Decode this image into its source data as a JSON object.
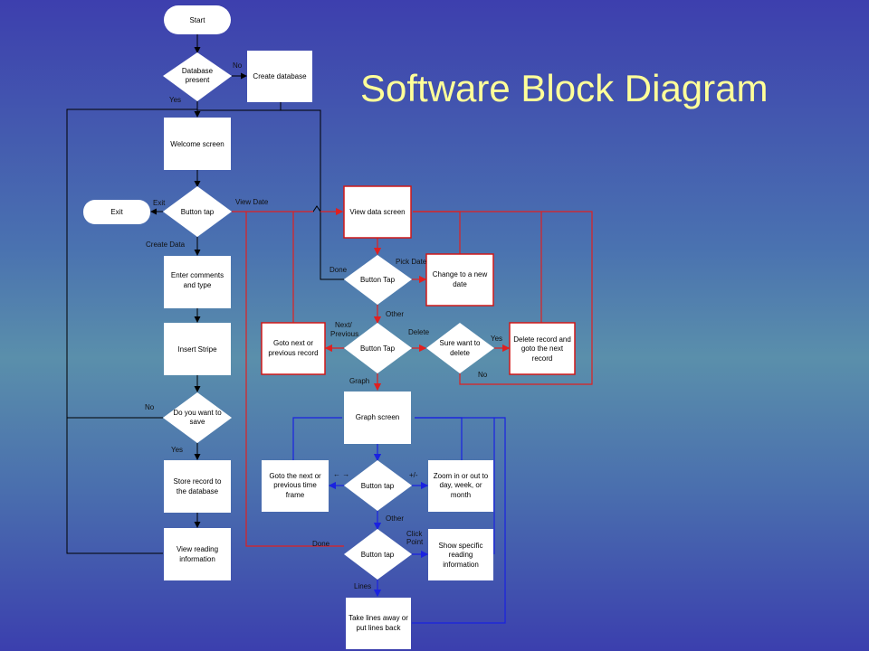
{
  "title": "Software Block Diagram",
  "nodes": {
    "start": "Start",
    "database_present": [
      "Database",
      "present"
    ],
    "create_database": "Create database",
    "welcome": "Welcome screen",
    "exit": "Exit",
    "button_tap_1": "Button tap",
    "enter_comments": [
      "Enter comments",
      "and type"
    ],
    "insert_stripe": "Insert Stripe",
    "want_save": [
      "Do you want to",
      "save"
    ],
    "store_record": [
      "Store record to",
      "the database"
    ],
    "view_reading": [
      "View reading",
      "information"
    ],
    "view_data_screen": "View data screen",
    "button_tap_2": "Button Tap",
    "change_date": [
      "Change to a new",
      "date"
    ],
    "button_tap_3": "Button Tap",
    "goto_next_prev": [
      "Goto next or",
      "previous record"
    ],
    "sure_delete": [
      "Sure want to",
      "delete"
    ],
    "delete_record": [
      "Delete record and",
      "goto the next",
      "record"
    ],
    "graph_screen": "Graph screen",
    "button_tap_4": "Button tap",
    "goto_timeframe": [
      "Goto the next or",
      "previous time",
      "frame"
    ],
    "zoom": [
      "Zoom in or out to",
      "day, week, or",
      "month"
    ],
    "button_tap_5": "Button tap",
    "show_specific": [
      "Show specific",
      "reading",
      "information"
    ],
    "take_lines": [
      "Take lines away or",
      "put lines back"
    ]
  },
  "edge_labels": {
    "no_1": "No",
    "yes_1": "Yes",
    "exit": "Exit",
    "view_date": "View Date",
    "create_data": "Create Data",
    "no_2": "No",
    "yes_2": "Yes",
    "done_1": "Done",
    "pick_date": "Pick Date",
    "other_1": "Other",
    "next_prev": [
      "Next/",
      "Previous"
    ],
    "delete": "Delete",
    "yes_3": "Yes",
    "no_3": "No",
    "graph": "Graph",
    "arrows_lr": "← →",
    "plus_minus": "+/-",
    "other_2": "Other",
    "done_2": "Done",
    "click_point": [
      "Click",
      "Point"
    ],
    "lines": "Lines"
  },
  "colors": {
    "title": "#ffff99",
    "main_flow": "#000000",
    "data_flow": "#e02020",
    "graph_flow": "#1a22e0"
  }
}
